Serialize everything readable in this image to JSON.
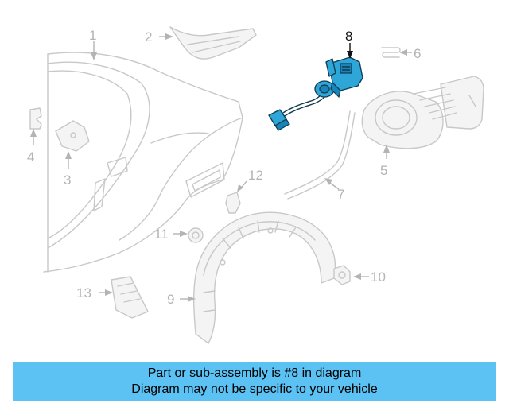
{
  "callouts": {
    "n1": "1",
    "n2": "2",
    "n3": "3",
    "n4": "4",
    "n5": "5",
    "n6": "6",
    "n7": "7",
    "n8": "8",
    "n9": "9",
    "n10": "10",
    "n11": "11",
    "n12": "12",
    "n13": "13"
  },
  "banner": {
    "line1": "Part or sub-assembly is #8 in diagram",
    "line2": "Diagram may not be specific to your vehicle"
  },
  "colors": {
    "highlight_part": "#2ea6d8",
    "banner_bg": "#5bc2f3",
    "line_art": "#c8c8c8"
  }
}
